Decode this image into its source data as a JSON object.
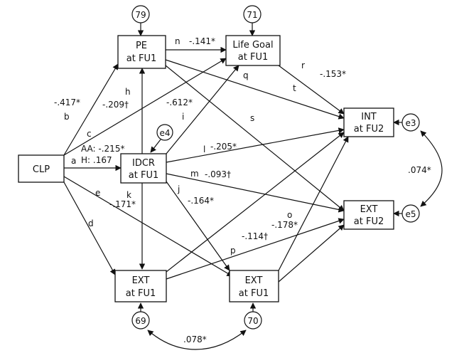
{
  "nodes": {
    "clp": "CLP",
    "pe": [
      "PE",
      "at FU1"
    ],
    "life_goal": [
      "Life Goal",
      "at FU1"
    ],
    "idcr": [
      "IDCR",
      "at FU1"
    ],
    "int_fu2": [
      "INT",
      "at FU2"
    ],
    "ext_fu2": [
      "EXT",
      "at FU2"
    ],
    "ext_fu1_left": [
      "EXT",
      "at FU1"
    ],
    "ext_fu1_right": [
      "EXT",
      "at FU1"
    ]
  },
  "errors": {
    "pe": "79",
    "life_goal": "71",
    "idcr": "e4",
    "int": "e3",
    "ext_fu2": "e5",
    "ext_left": "69",
    "ext_right": "70"
  },
  "paths": {
    "a": "a",
    "aa": "AA: -.215*",
    "h_coef": "H: .167",
    "b": "b",
    "b_coef": "-.417*",
    "c": "c",
    "c_coef": "-.612*",
    "d": "d",
    "e": "e",
    "h": "h",
    "h_path": "-.209†",
    "i": "i",
    "j": "j",
    "j_coef": "-.164*",
    "k": "k",
    "k_coef": "-.171*",
    "l": "l",
    "l_coef": "-.205*",
    "m": "m",
    "m_coef": "-.093†",
    "n": "n",
    "n_coef": "-.141*",
    "o": "o",
    "o_coef": "-.178*",
    "p": "p",
    "p_coef": "-.114†",
    "q": "q",
    "r": "r",
    "r_coef": "-.153*",
    "s": "s",
    "t": "t"
  },
  "covariances": {
    "int_ext": ".074*",
    "ext_fu1": ".078*"
  }
}
